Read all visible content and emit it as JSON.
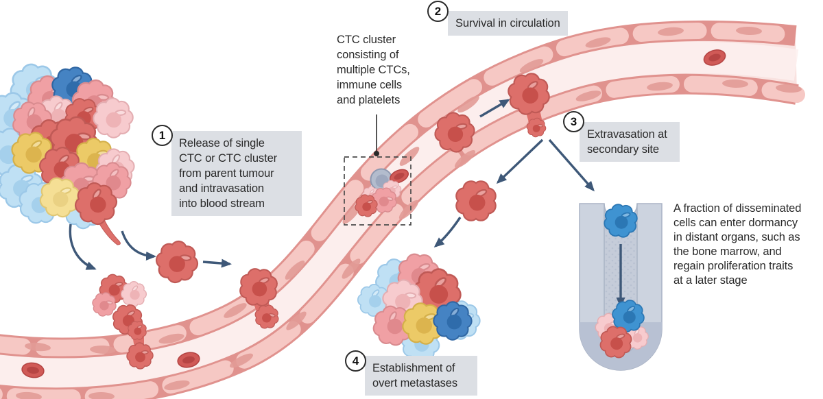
{
  "steps": [
    {
      "number": "1",
      "label": [
        "Release of single",
        "CTC or CTC cluster",
        "from parent tumour",
        "and intravasation",
        "into blood stream"
      ]
    },
    {
      "number": "2",
      "label": "Survival in circulation"
    },
    {
      "number": "3",
      "label": [
        "Extravasation at",
        "secondary site"
      ]
    },
    {
      "number": "4",
      "label": [
        "Establishment of",
        "overt metastases"
      ]
    }
  ],
  "callouts": {
    "ctc_cluster": [
      "CTC cluster",
      "consisting of",
      "multiple CTCs,",
      "immune cells",
      "and platelets"
    ],
    "dormancy": [
      "A fraction of disseminated",
      "cells can enter dormancy",
      "in distant organs, such as",
      "the bone marrow, and",
      "regain proliferation traits",
      "at a later stage"
    ]
  },
  "colors": {
    "ink": "#2a2a2a",
    "label_box": "#dcdfe4",
    "arrow": "#3e5878",
    "vessel_wall": "#f6c8c4",
    "vessel_wall_outline": "#e0928e",
    "vessel_lumen": "#f9e2e0",
    "rbc": "#d05a57",
    "ctc_red": "#dd6f6a",
    "cell_pink": "#f0a0a4",
    "cell_pale_pink": "#f7cbce",
    "cell_yellow": "#ecca67",
    "cell_light_blue": "#bfe0f4",
    "cell_dark_blue": "#4583c3",
    "dormant_cell_blue": "#3f93d1",
    "immune_cell_gray": "#b3bccd",
    "bone_marrow_light": "#ccd3df",
    "bone_marrow_dark": "#b8c1d3"
  }
}
